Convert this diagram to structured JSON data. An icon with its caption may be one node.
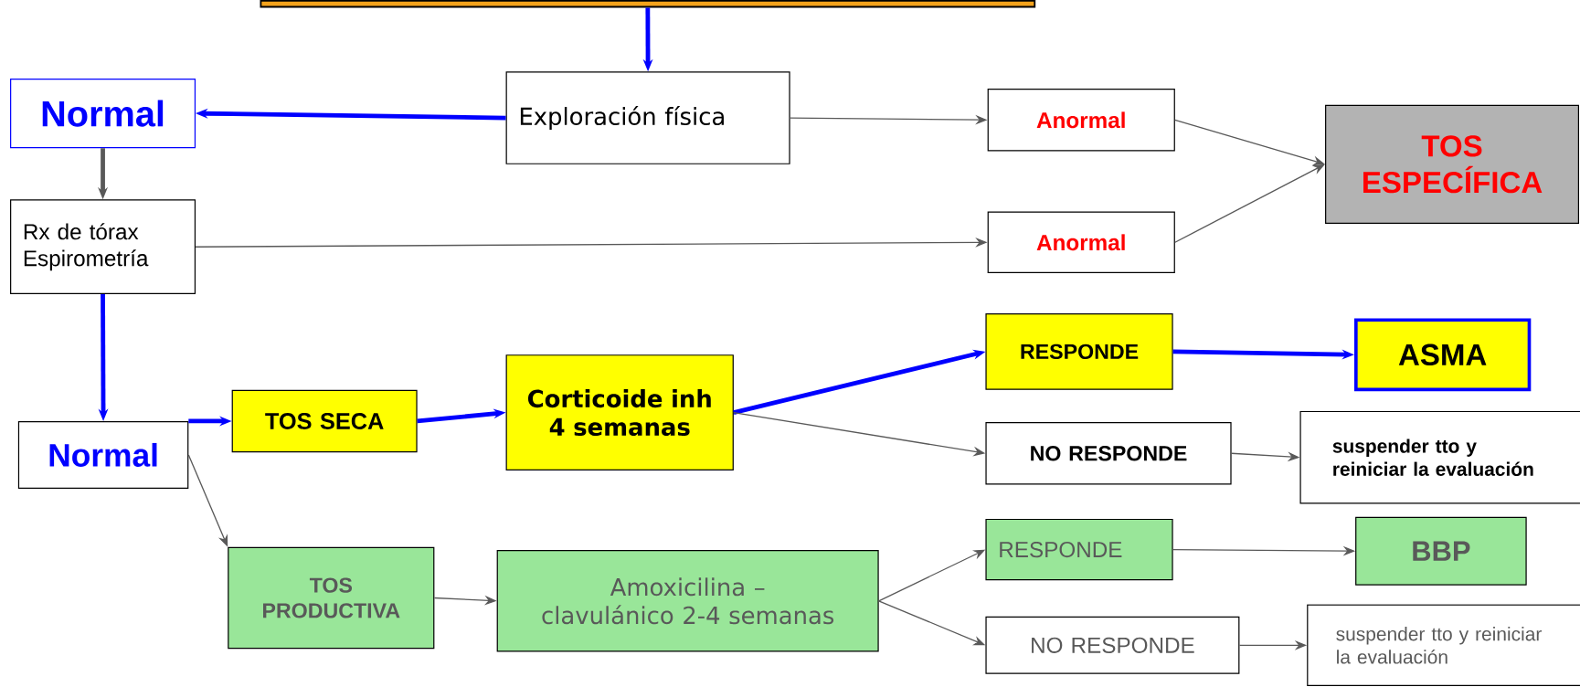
{
  "diagram": {
    "nodes": [
      {
        "text": [],
        "shape": "box"
      },
      {
        "text": [
          "Exploración física"
        ]
      },
      {
        "text": [
          "Normal"
        ]
      },
      {
        "text": [
          "Anormal"
        ]
      },
      {
        "text": [
          "TOS ESPECÍFICA"
        ]
      },
      {
        "text": [
          "Rx de tórax Espirometría"
        ]
      },
      {
        "text": [
          "Anormal"
        ]
      },
      {
        "text": [
          "Normal"
        ]
      },
      {
        "text": [
          "TOS SECA"
        ]
      },
      {
        "text": [
          "Corticoide inh 4 semanas"
        ]
      },
      {
        "text": [
          "RESPONDE"
        ]
      },
      {
        "text": [
          "ASMA"
        ]
      },
      {
        "text": [
          "NO RESPONDE"
        ]
      },
      {
        "text": [
          "suspender tto y reiniciar la evaluación"
        ]
      },
      {
        "text": [
          "TOS PRODUCTIVA"
        ]
      },
      {
        "text": [
          "Amoxicilina –clavulánico 2-4 semanas"
        ]
      },
      {
        "text": [
          "RESPONDE"
        ]
      },
      {
        "text": [
          "BBP"
        ]
      },
      {
        "text": [
          "NO RESPONDE"
        ]
      },
      {
        "text": [
          "suspender tto y reiniciar la evaluación"
        ]
      }
    ],
    "edges": [
      {
        "from": 0,
        "to": 1,
        "arrow": "to",
        "style": "thick",
        "color": "#0000ff"
      },
      {
        "from": 1,
        "to": 2,
        "arrow": "to",
        "style": "thick",
        "color": "#0000ff"
      },
      {
        "from": 1,
        "to": 3,
        "arrow": "to"
      },
      {
        "from": 2,
        "to": 5,
        "arrow": "to",
        "style": "thick"
      },
      {
        "from": 3,
        "to": 4,
        "arrow": "to"
      },
      {
        "from": 5,
        "to": 6,
        "arrow": "to"
      },
      {
        "from": 6,
        "to": 4,
        "arrow": "to"
      },
      {
        "from": 5,
        "to": 7,
        "arrow": "to",
        "style": "thick",
        "color": "#0000ff"
      },
      {
        "from": 7,
        "to": 8,
        "arrow": "to",
        "style": "thick",
        "color": "#0000ff"
      },
      {
        "from": 8,
        "to": 9,
        "arrow": "to",
        "style": "thick",
        "color": "#0000ff"
      },
      {
        "from": 9,
        "to": 10,
        "arrow": "to",
        "style": "thick",
        "color": "#0000ff"
      },
      {
        "from": 10,
        "to": 11,
        "arrow": "to",
        "style": "thick",
        "color": "#0000ff"
      },
      {
        "from": 9,
        "to": 12,
        "arrow": "to"
      },
      {
        "from": 12,
        "to": 13,
        "arrow": "to"
      },
      {
        "from": 7,
        "to": 14,
        "arrow": "to"
      },
      {
        "from": 14,
        "to": 15,
        "arrow": "to"
      },
      {
        "from": 15,
        "to": 16,
        "arrow": "to"
      },
      {
        "from": 15,
        "to": 18,
        "arrow": "to"
      },
      {
        "from": 16,
        "to": 17,
        "arrow": "to"
      },
      {
        "from": 18,
        "to": 19,
        "arrow": "to"
      }
    ]
  }
}
